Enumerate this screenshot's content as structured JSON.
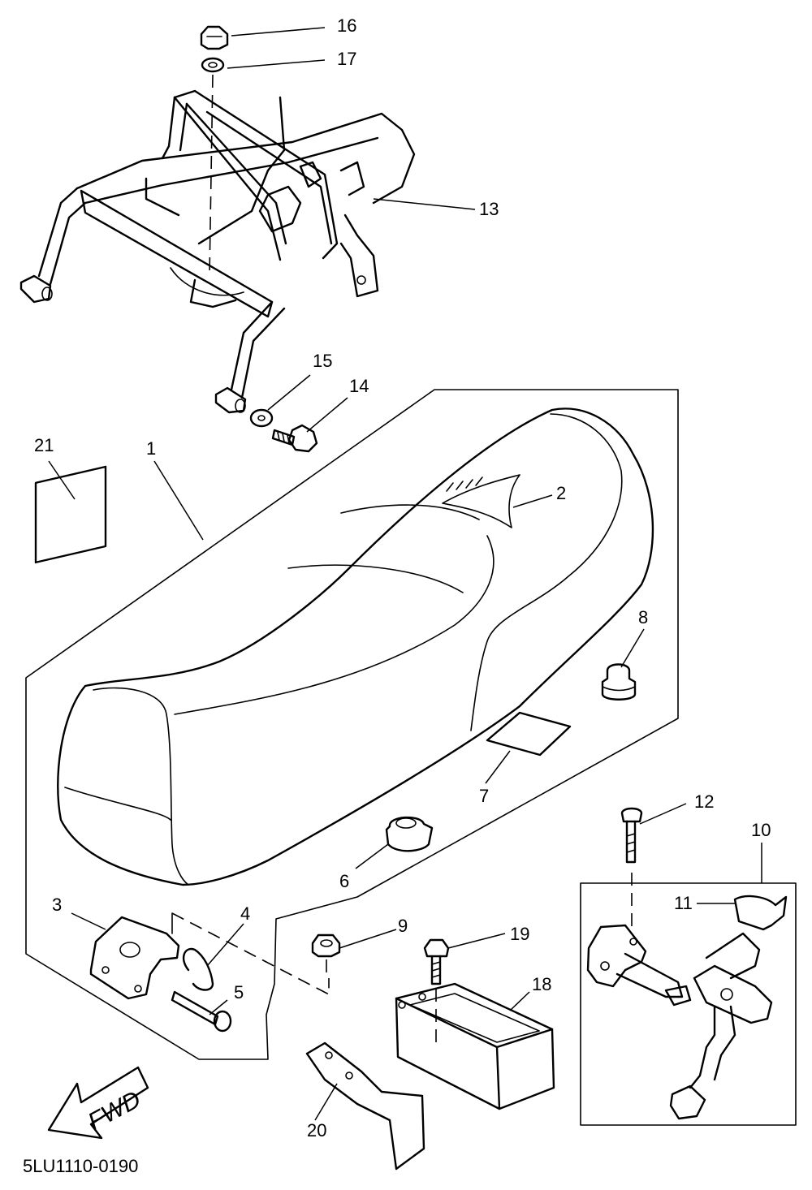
{
  "diagram_code": "5LU1110-0190",
  "fwd_label": "FWD",
  "callouts": [
    {
      "id": "p1",
      "label": "1"
    },
    {
      "id": "p2",
      "label": "2"
    },
    {
      "id": "p3",
      "label": "3"
    },
    {
      "id": "p4",
      "label": "4"
    },
    {
      "id": "p5",
      "label": "5"
    },
    {
      "id": "p6",
      "label": "6"
    },
    {
      "id": "p7",
      "label": "7"
    },
    {
      "id": "p8",
      "label": "8"
    },
    {
      "id": "p9",
      "label": "9"
    },
    {
      "id": "p10",
      "label": "10"
    },
    {
      "id": "p11",
      "label": "11"
    },
    {
      "id": "p12",
      "label": "12"
    },
    {
      "id": "p13",
      "label": "13"
    },
    {
      "id": "p14",
      "label": "14"
    },
    {
      "id": "p15",
      "label": "15"
    },
    {
      "id": "p16",
      "label": "16"
    },
    {
      "id": "p17",
      "label": "17"
    },
    {
      "id": "p18",
      "label": "18"
    },
    {
      "id": "p19",
      "label": "19"
    },
    {
      "id": "p20",
      "label": "20"
    },
    {
      "id": "p21",
      "label": "21"
    }
  ]
}
